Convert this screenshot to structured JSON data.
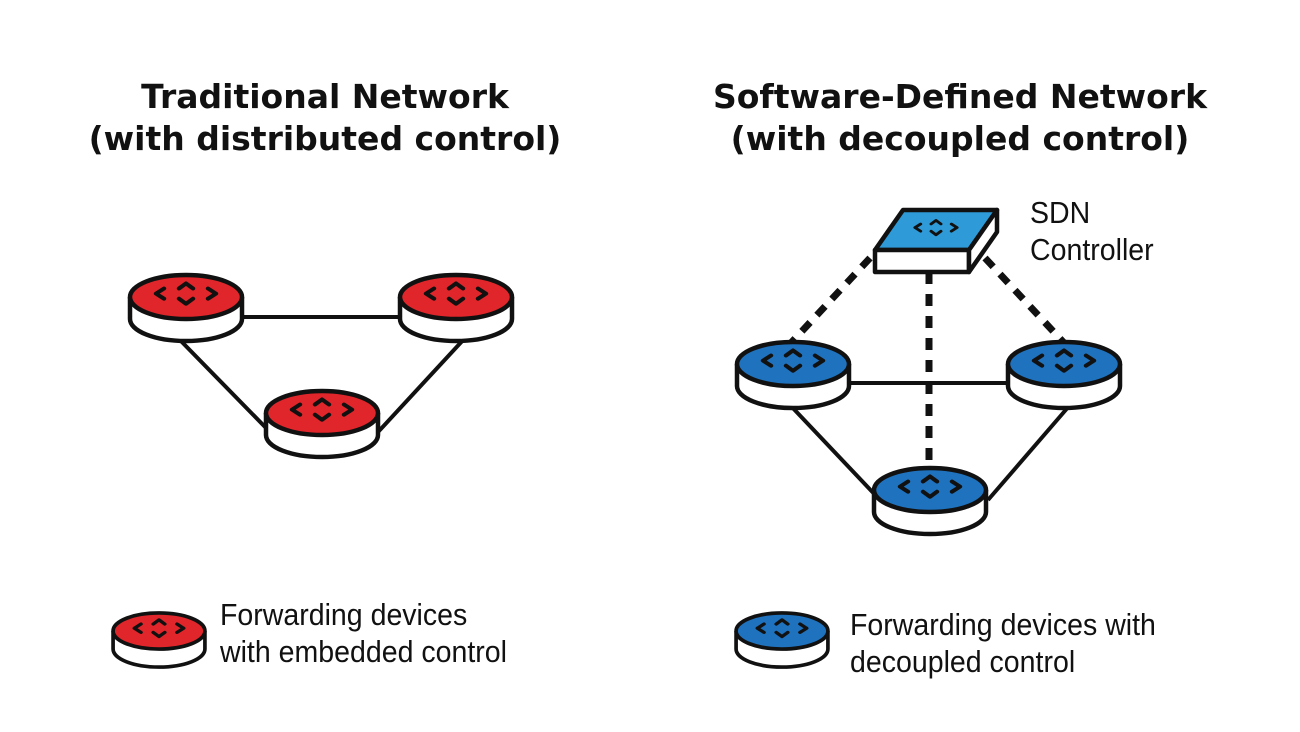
{
  "left_panel": {
    "title_line1": "Traditional Network",
    "title_line2": "(with distributed control)",
    "legend_line1": "Forwarding devices",
    "legend_line2": "with embedded control"
  },
  "right_panel": {
    "title_line1": "Software-Defined Network",
    "title_line2": "(with decoupled control)",
    "controller_line1": "SDN",
    "controller_line2": "Controller",
    "legend_line1": "Forwarding devices with",
    "legend_line2": "decoupled control"
  },
  "colors": {
    "router_traditional": "#e0262a",
    "router_sdn": "#1f72be",
    "controller": "#2e9ad8",
    "outline": "#111111"
  },
  "icons": [
    "router-icon",
    "controller-switch-icon"
  ]
}
